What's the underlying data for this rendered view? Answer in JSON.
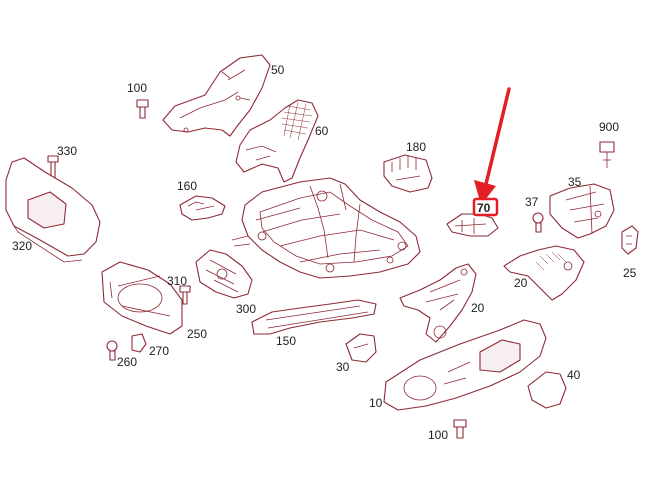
{
  "diagram": {
    "highlight_color": "#e31e24",
    "line_color": "#8e2a35",
    "highlighted_label": "70",
    "labels": {
      "p50": "50",
      "p100a": "100",
      "p60": "60",
      "p330": "330",
      "p180": "180",
      "p900": "900",
      "p160": "160",
      "p35": "35",
      "p37": "37",
      "p70": "70",
      "p320": "320",
      "p25": "25",
      "p310": "310",
      "p20a": "20",
      "p20b": "20",
      "p300": "300",
      "p250": "250",
      "p150": "150",
      "p270": "270",
      "p260": "260",
      "p30": "30",
      "p40": "40",
      "p10": "10",
      "p100b": "100"
    }
  }
}
